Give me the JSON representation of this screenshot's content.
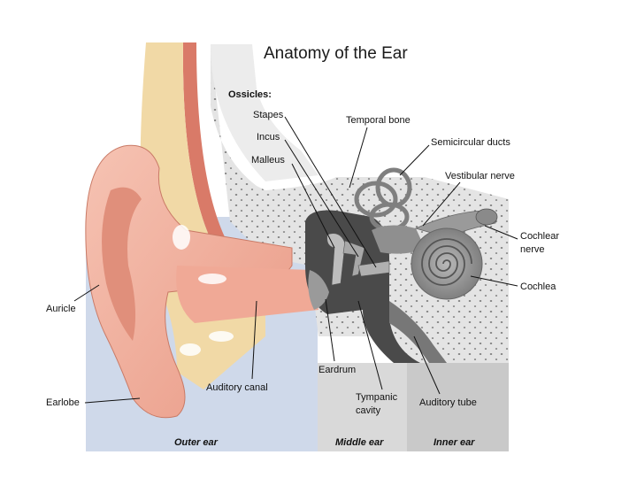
{
  "title": "Anatomy of the Ear",
  "ossicles_heading": "Ossicles:",
  "labels": {
    "stapes": "Stapes",
    "incus": "Incus",
    "malleus": "Malleus",
    "temporal_bone": "Temporal bone",
    "semicircular_ducts": "Semicircular ducts",
    "vestibular_nerve": "Vestibular nerve",
    "cochlear_nerve_line1": "Cochlear",
    "cochlear_nerve_line2": "nerve",
    "cochlea": "Cochlea",
    "auricle": "Auricle",
    "earlobe": "Earlobe",
    "auditory_canal": "Auditory canal",
    "eardrum": "Eardrum",
    "tympanic_cavity_line1": "Tympanic",
    "tympanic_cavity_line2": "cavity",
    "auditory_tube": "Auditory tube"
  },
  "sections": {
    "outer": "Outer ear",
    "middle": "Middle ear",
    "inner": "Inner ear"
  },
  "colors": {
    "outer_bg": "#cfd9ea",
    "middle_bg": "#d9d9d9",
    "inner_bg": "#c9c9c9",
    "bone": "#e3e3e3",
    "skin": "#f2b3a0",
    "skin_dark": "#d98b77",
    "tissue": "#f1d9a6",
    "cavity": "#4a4a4a",
    "inner_organ": "#8f8f8f"
  }
}
